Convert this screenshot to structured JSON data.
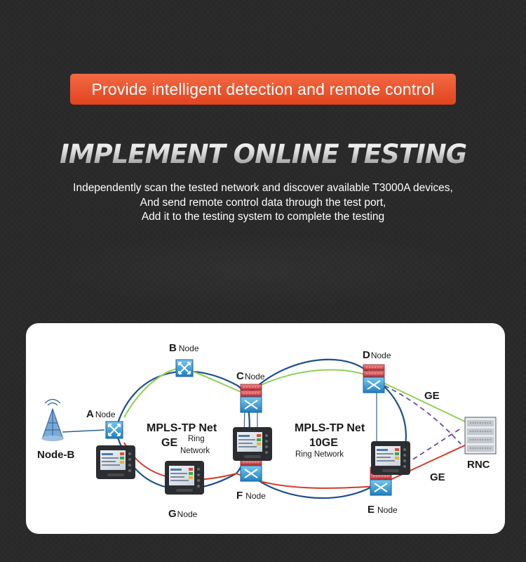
{
  "banner": {
    "pill_text": "Provide intelligent detection and remote control"
  },
  "headline": "IMPLEMENT ONLINE TESTING",
  "description": [
    "Independently scan the tested network and discover available T3000A devices,",
    "And send remote control data through the test port,",
    "Add it to the testing system to complete the testing"
  ],
  "diagram": {
    "nodes": {
      "a": {
        "letter": "A",
        "word": "Node"
      },
      "b": {
        "letter": "B",
        "word": "Node"
      },
      "c": {
        "letter": "C",
        "word": "Node"
      },
      "d": {
        "letter": "D",
        "word": "Node"
      },
      "e": {
        "letter": "E",
        "word": "Node"
      },
      "f": {
        "letter": "F",
        "word": "Node"
      },
      "g": {
        "letter": "G",
        "word": "Node"
      }
    },
    "node_b_label": "Node-B",
    "rnc_label": "RNC",
    "ring1": {
      "title": "MPLS-TP Net",
      "speed": "GE",
      "subtitle_line1": "Ring",
      "subtitle_line2": "Network"
    },
    "ring2": {
      "title": "MPLS-TP Net",
      "speed": "10GE",
      "subtitle": "Ring Network"
    },
    "link_upper": "GE",
    "link_lower": "GE"
  },
  "colors": {
    "background": "#2a2a2a",
    "pill": "#e84f2b",
    "ring_link": "#1f4f8c",
    "upper_link": "#8fd05a",
    "lower_link": "#d23a2a",
    "dashed_link": "#6b4a9c",
    "switch_blue": "#3aa0d8",
    "router_red": "#d6454a"
  }
}
